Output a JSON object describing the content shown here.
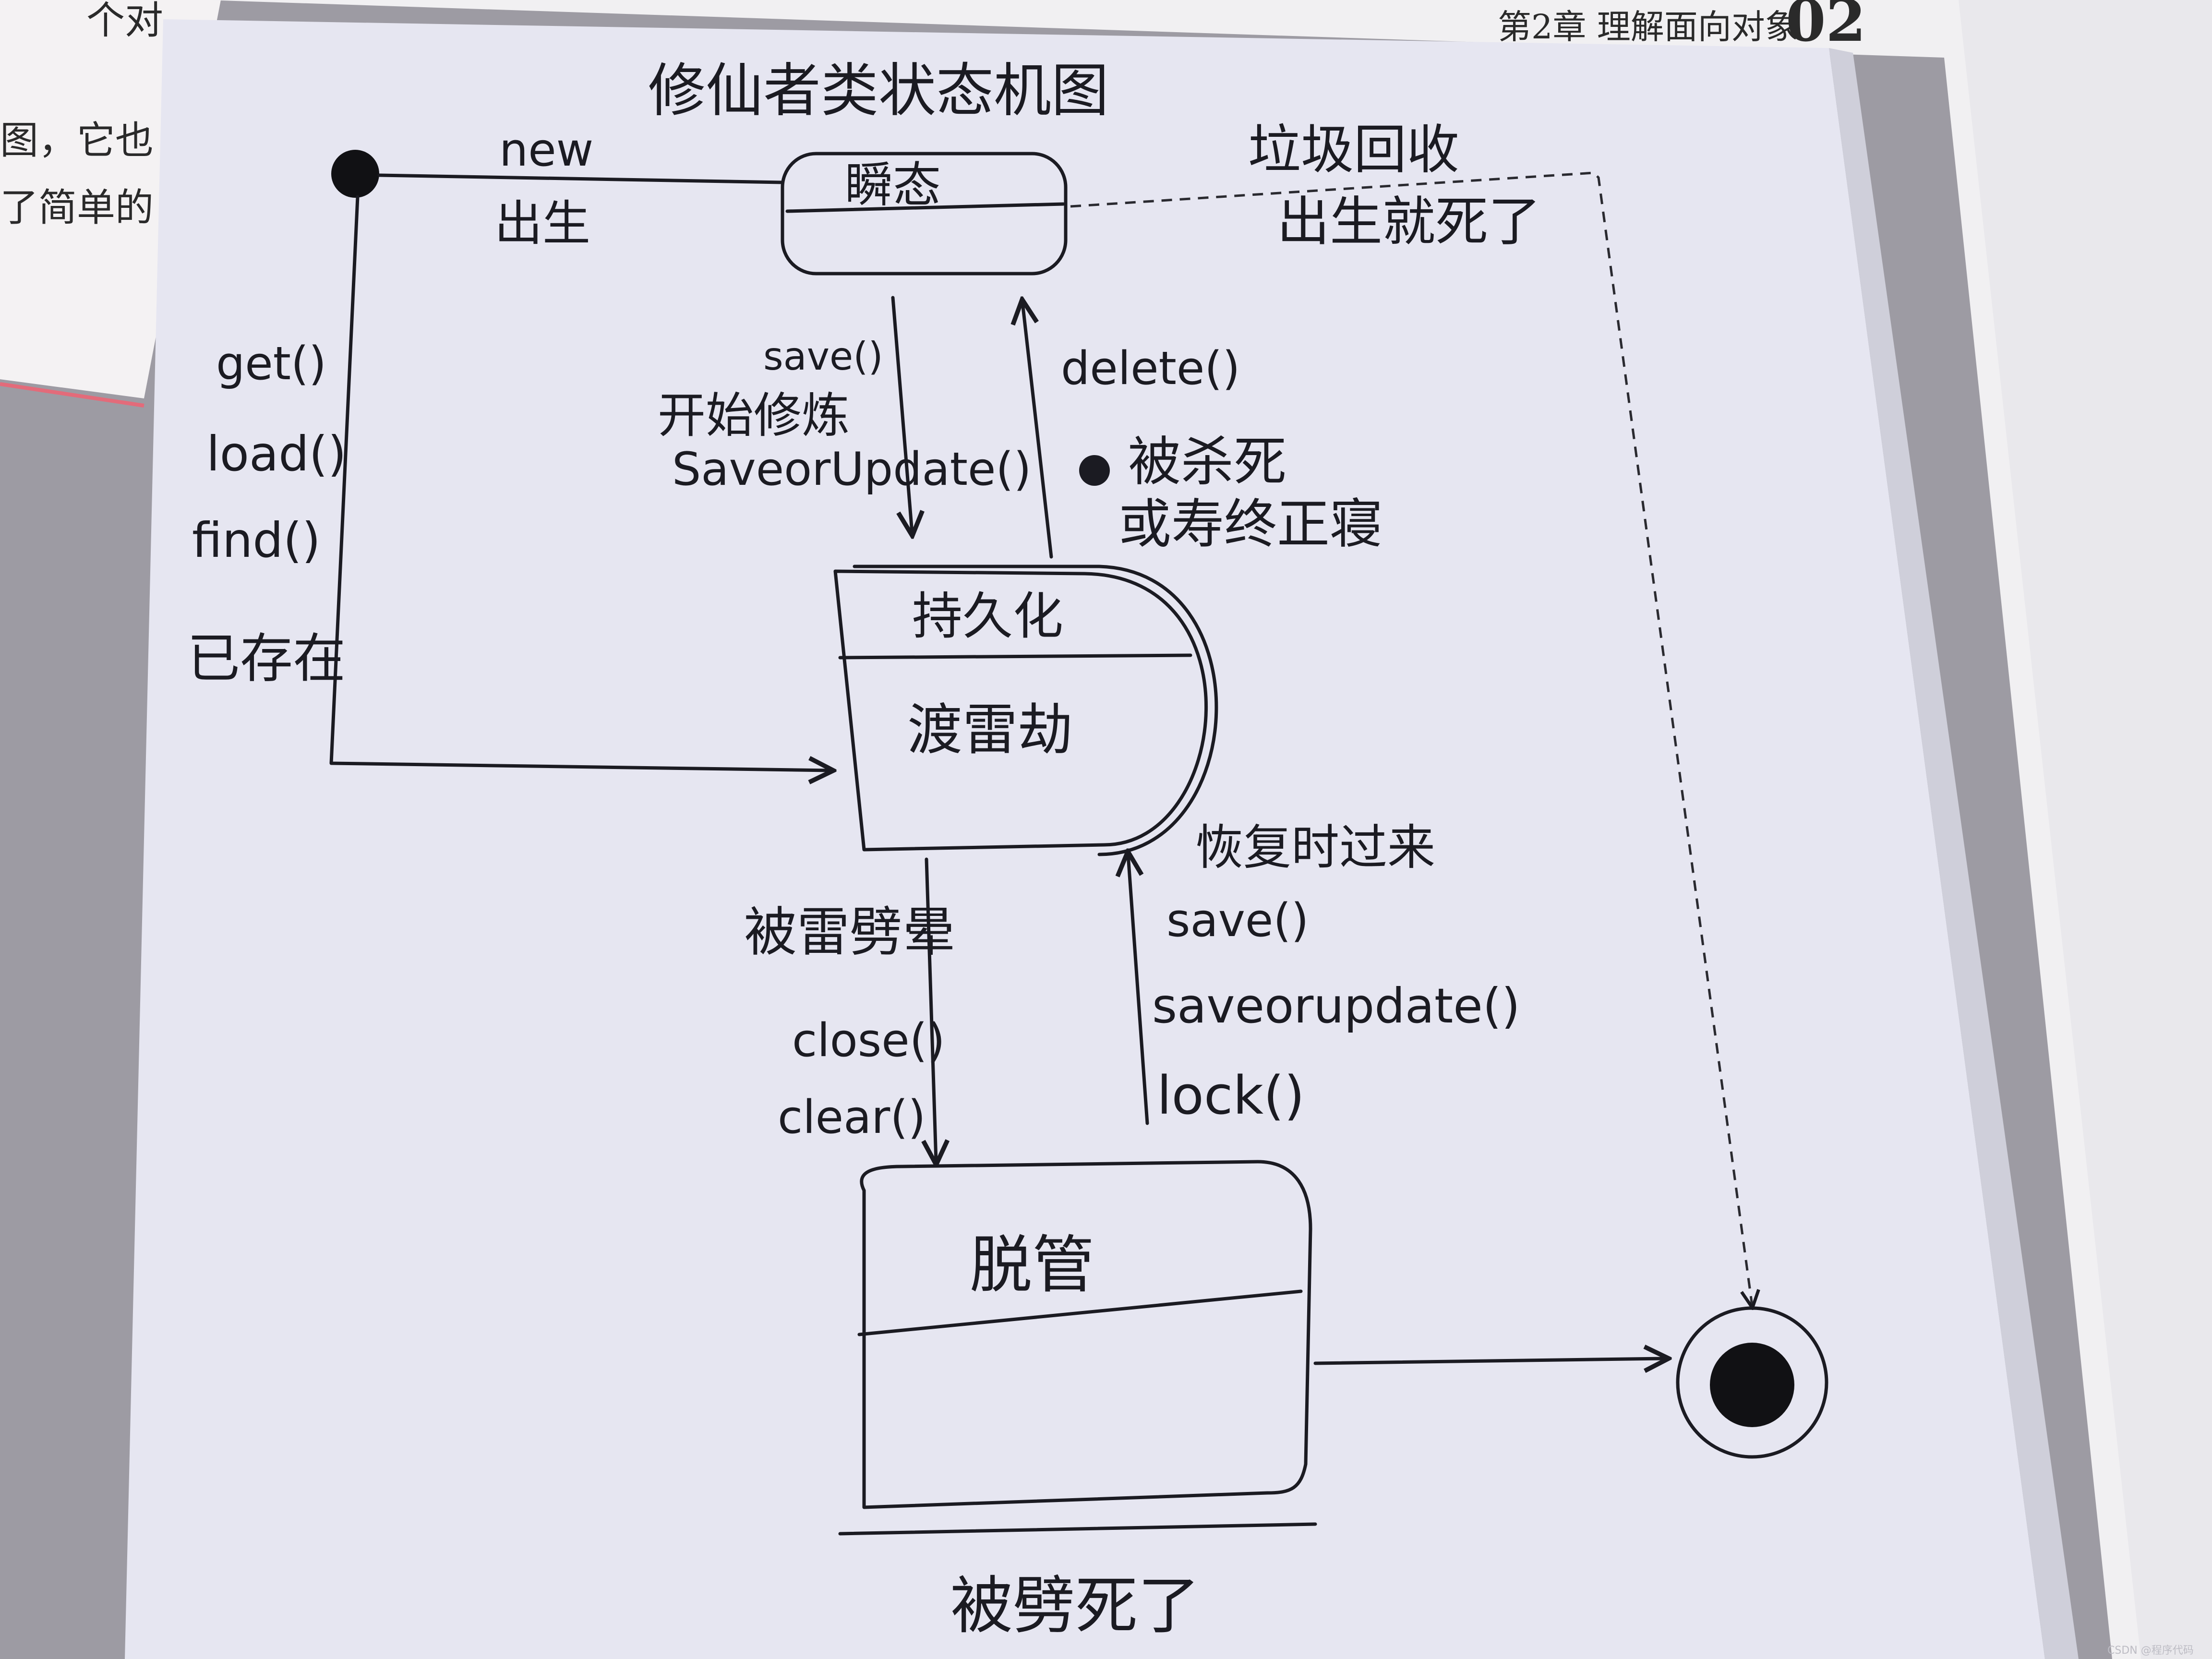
{
  "background_book": {
    "left_page_lines": [
      "个对",
      "图，它也",
      "了简单的"
    ],
    "header_chapter": "第2章 理解面向对象",
    "header_number": "02"
  },
  "diagram": {
    "title": "修仙者类状态机图",
    "states": {
      "transient": "瞬态",
      "persistent_top": "持久化",
      "persistent_bottom": "渡雷劫",
      "detached": "脱管"
    },
    "transitions": {
      "new_method": "new",
      "new_meaning": "出生",
      "gc_line1": "垃圾回收",
      "gc_line2": "出生就死了",
      "save": "save()",
      "start_cultivation": "开始修炼",
      "save_or_update": "SaveorUpdate()",
      "delete": "delete()",
      "killed_line1": "被杀死",
      "killed_line2": "或寿终正寝",
      "get": "get()",
      "load": "load()",
      "find": "find()",
      "exists": "已存在",
      "struck_faint": "被雷劈晕",
      "close": "close()",
      "clear": "clear()",
      "recover": "恢复时过来",
      "save2": "save()",
      "save_or_update2": "saveorupdate()",
      "lock": "lock()",
      "struck_dead": "被劈死了"
    }
  },
  "watermark": "CSDN @程序代码"
}
